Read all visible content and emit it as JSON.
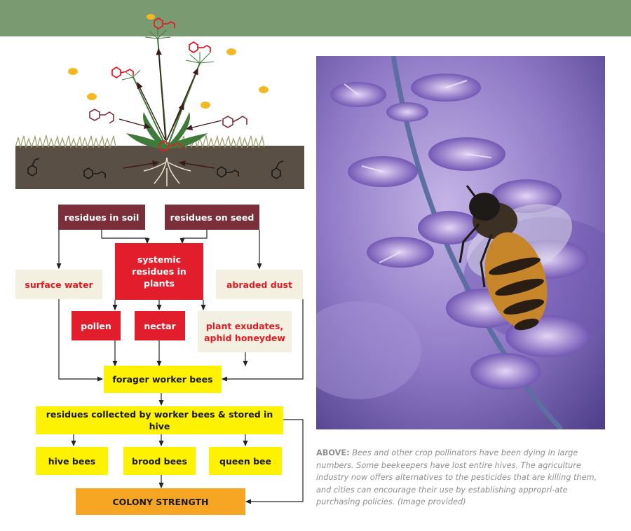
{
  "colors": {
    "header_band": "#7a9b72",
    "maroon_box": "#7b2f3a",
    "red_box": "#e21e2d",
    "cream_box": "#f3f0e2",
    "yellow_box": "#fff200",
    "orange_box": "#f6a623",
    "soil": "#5a4f44"
  },
  "flowchart": {
    "residues_in_soil": "residues in soil",
    "residues_on_seed": "residues on seed",
    "systemic_residues": "systemic residues in plants",
    "surface_water": "surface water",
    "abraded_dust": "abraded dust",
    "pollen": "pollen",
    "nectar": "nectar",
    "plant_exudates": "plant exudates, aphid honeydew",
    "forager_bees": "forager worker bees",
    "residues_collected": "residues collected by worker bees & stored in hive",
    "hive_bees": "hive bees",
    "brood_bees": "brood bees",
    "queen_bee": "queen bee",
    "colony_strength": "COLONY STRENGTH"
  },
  "illustration": {
    "icons": [
      "flowering-plant-icon",
      "bee-icon",
      "molecule-icon",
      "soil-icon"
    ]
  },
  "caption": {
    "label": "ABOVE:",
    "text": "Bees and other crop pollinators have been dying in large numbers. Some beekeepers have lost entire hives. The agriculture industry now offers alternatives to the pesticides that are killing them, and cities can encourage their use by establishing appropri-ate purchasing policies. (Image provided)"
  }
}
